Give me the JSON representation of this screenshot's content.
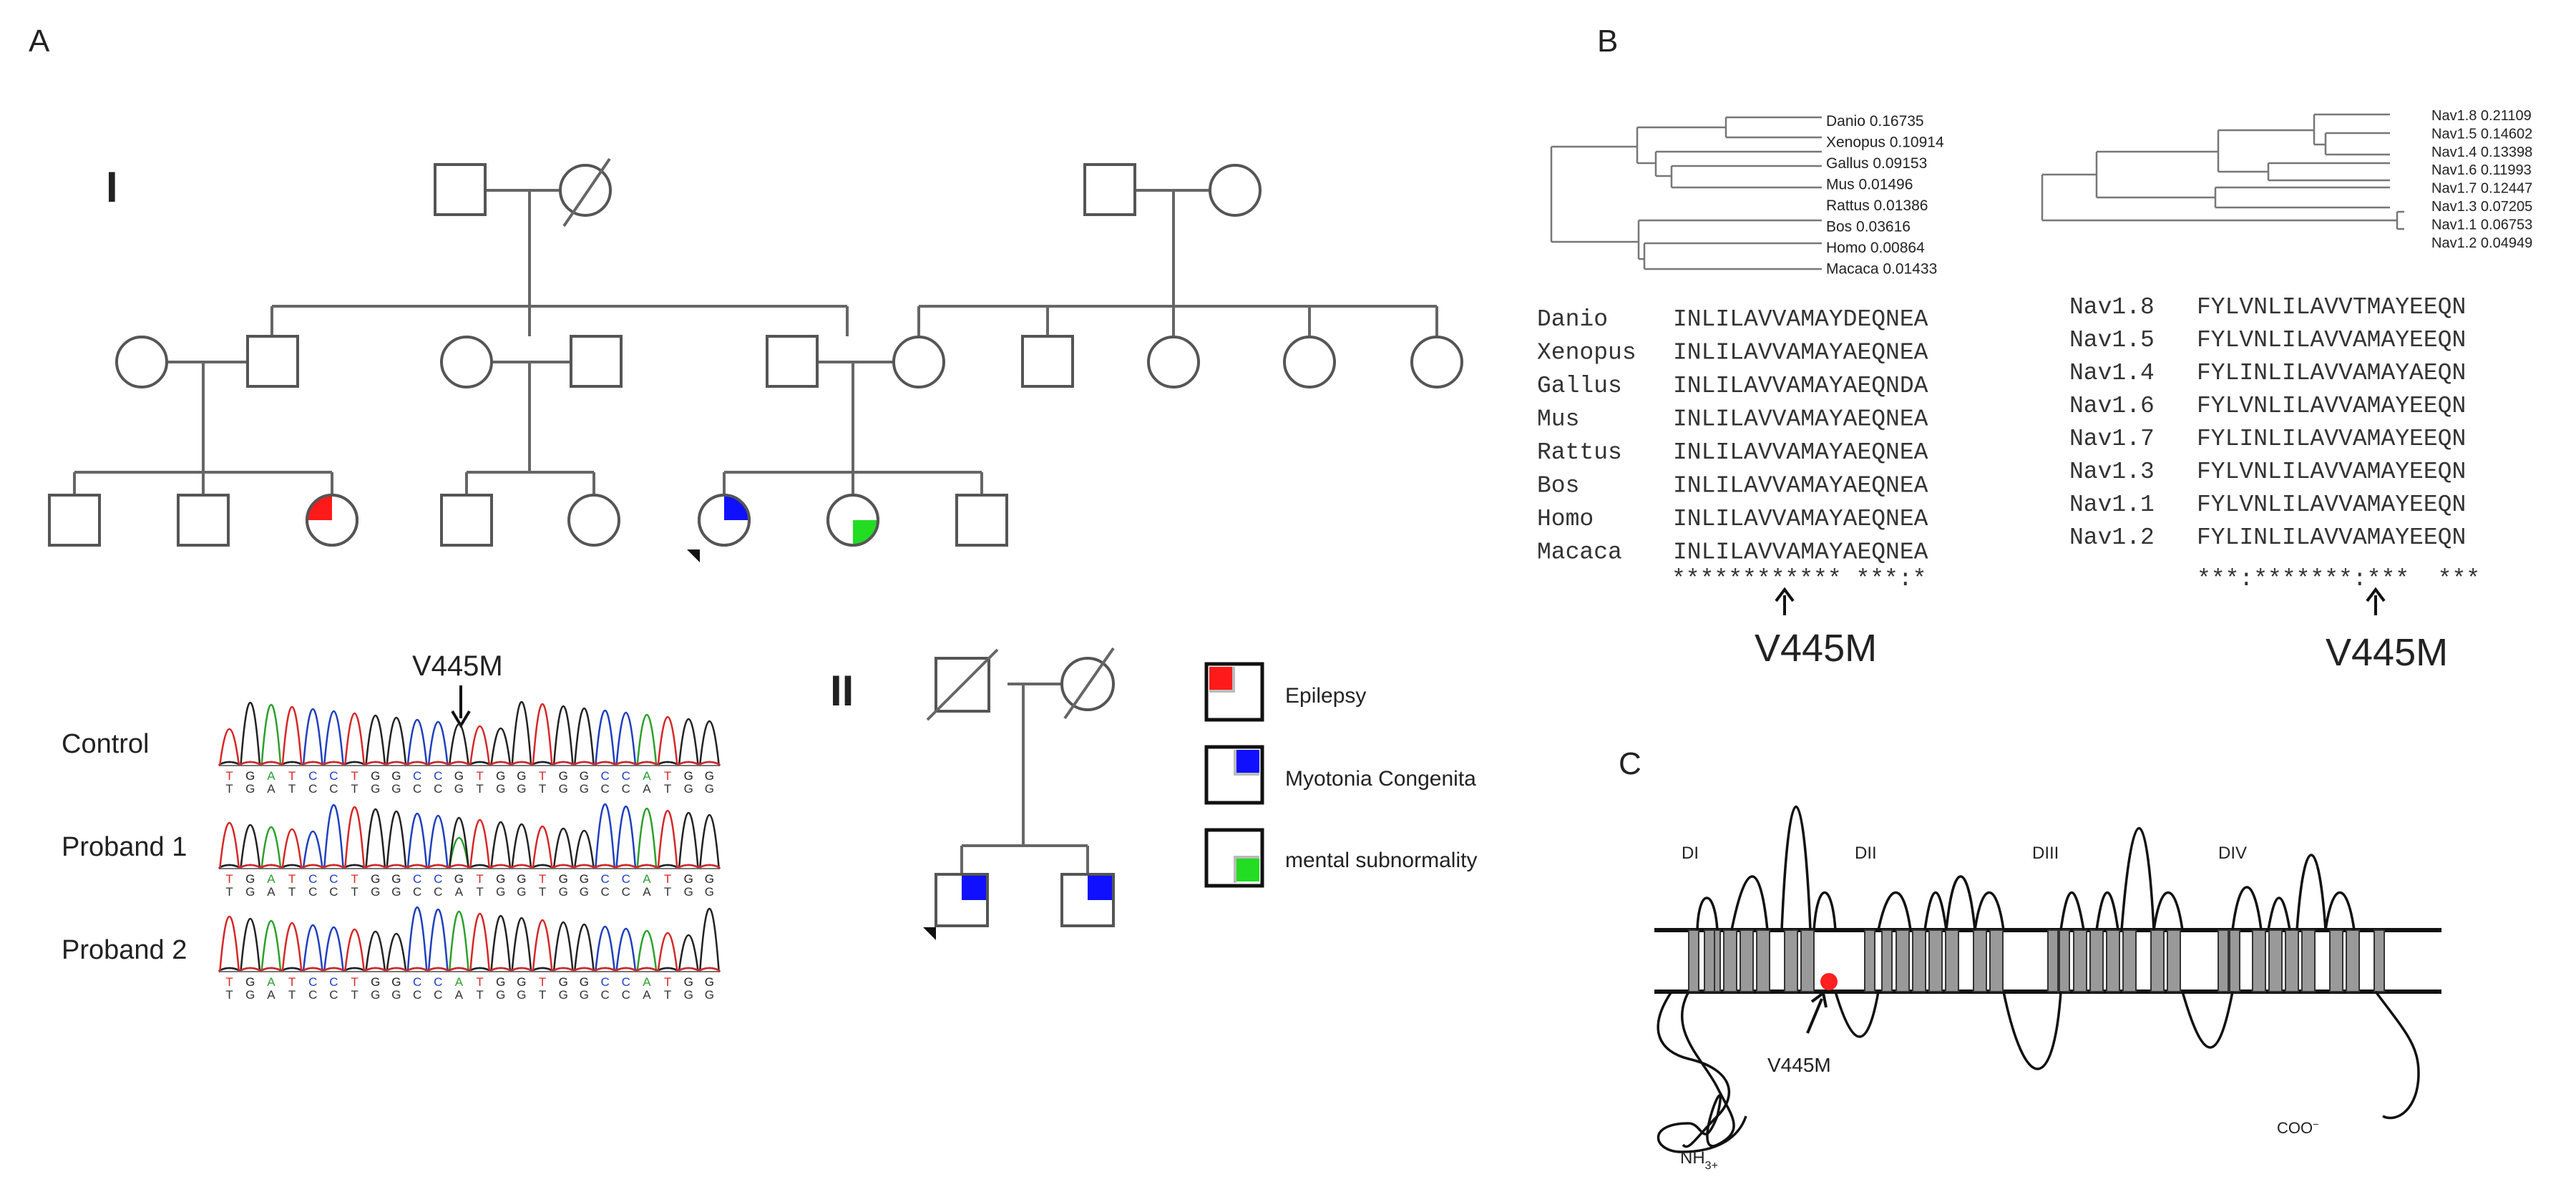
{
  "panel_labels": {
    "a": "A",
    "b": "B",
    "c": "C"
  },
  "pedigree": {
    "gen_1": "I",
    "gen_2": "II",
    "colors": {
      "epilepsy": "#ff1a1a",
      "myotonia": "#1010ff",
      "mental": "#22dd22"
    }
  },
  "legend": {
    "epilepsy": "Epilepsy",
    "myotonia": "Myotonia Congenita",
    "mental": "mental subnormality"
  },
  "sequencing": {
    "variant_label": "V445M",
    "rows": [
      {
        "label": "Control",
        "seq_top": "TGATCCTGGCCGTGGTGGCCATGG",
        "seq_bottom": "TGATCCTGGCCGTGGTGGCCATGG"
      },
      {
        "label": "Proband 1",
        "seq_top": "TGATCCTGGCCGTGGTGGCCATGG",
        "seq_bottom": "TGATCCTGGCCATGGTGGCCATGG"
      },
      {
        "label": "Proband 2",
        "seq_top": "TGATCCTGGCCATGGTGGCCATGG",
        "seq_bottom": "TGATCCTGGCCATGGTGGCCATGG"
      }
    ],
    "base_colors": {
      "A": "#2ca02c",
      "C": "#1f3fbf",
      "G": "#222222",
      "T": "#d62728"
    }
  },
  "species_alignment": {
    "tree_leaves": [
      "Danio 0.16735",
      "Xenopus 0.10914",
      "Gallus 0.09153",
      "Mus 0.01496",
      "Rattus 0.01386",
      "Bos 0.03616",
      "Homo 0.00864",
      "Macaca 0.01433"
    ],
    "rows": [
      {
        "name": "Danio",
        "seq": "INLILAVVAMAYDEQNEA"
      },
      {
        "name": "Xenopus",
        "seq": "INLILAVVAMAYAEQNEA"
      },
      {
        "name": "Gallus",
        "seq": "INLILAVVAMAYAEQNDA"
      },
      {
        "name": "Mus",
        "seq": "INLILAVVAMAYAEQNEA"
      },
      {
        "name": "Rattus",
        "seq": "INLILAVVAMAYAEQNEA"
      },
      {
        "name": "Bos",
        "seq": "INLILAVVAMAYAEQNEA"
      },
      {
        "name": "Homo",
        "seq": "INLILAVVAMAYAEQNEA"
      },
      {
        "name": "Macaca",
        "seq": "INLILAVVAMAYAEQNEA"
      }
    ],
    "consensus": "************ ***:*",
    "variant_label": "V445M"
  },
  "isoform_alignment": {
    "tree_leaves": [
      "Nav1.8 0.21109",
      "Nav1.5 0.14602",
      "Nav1.4 0.13398",
      "Nav1.6 0.11993",
      "Nav1.7 0.12447",
      "Nav1.3 0.07205",
      "Nav1.1 0.06753",
      "Nav1.2 0.04949"
    ],
    "rows": [
      {
        "name": "Nav1.8",
        "seq": "FYLVNLILAVVTMAYEEQN"
      },
      {
        "name": "Nav1.5",
        "seq": "FYLVNLILAVVAMAYEEQN"
      },
      {
        "name": "Nav1.4",
        "seq": "FYLINLILAVVAMAYAEQN"
      },
      {
        "name": "Nav1.6",
        "seq": "FYLVNLILAVVAMAYEEQN"
      },
      {
        "name": "Nav1.7",
        "seq": "FYLINLILAVVAMAYEEQN"
      },
      {
        "name": "Nav1.3",
        "seq": "FYLVNLILAVVAMAYEEQN"
      },
      {
        "name": "Nav1.1",
        "seq": "FYLVNLILAVVAMAYEEQN"
      },
      {
        "name": "Nav1.2",
        "seq": "FYLINLILAVVAMAYEEQN"
      }
    ],
    "consensus": "***:*******:***  ***",
    "variant_label": "V445M"
  },
  "topology": {
    "domains": [
      "DI",
      "DII",
      "DIII",
      "DIV"
    ],
    "variant_label": "V445M",
    "n_terminus": "NH",
    "n_terminus_sub": "3+",
    "c_terminus": "COO",
    "c_terminus_sup": "−",
    "variant_color": "#ff2020"
  }
}
